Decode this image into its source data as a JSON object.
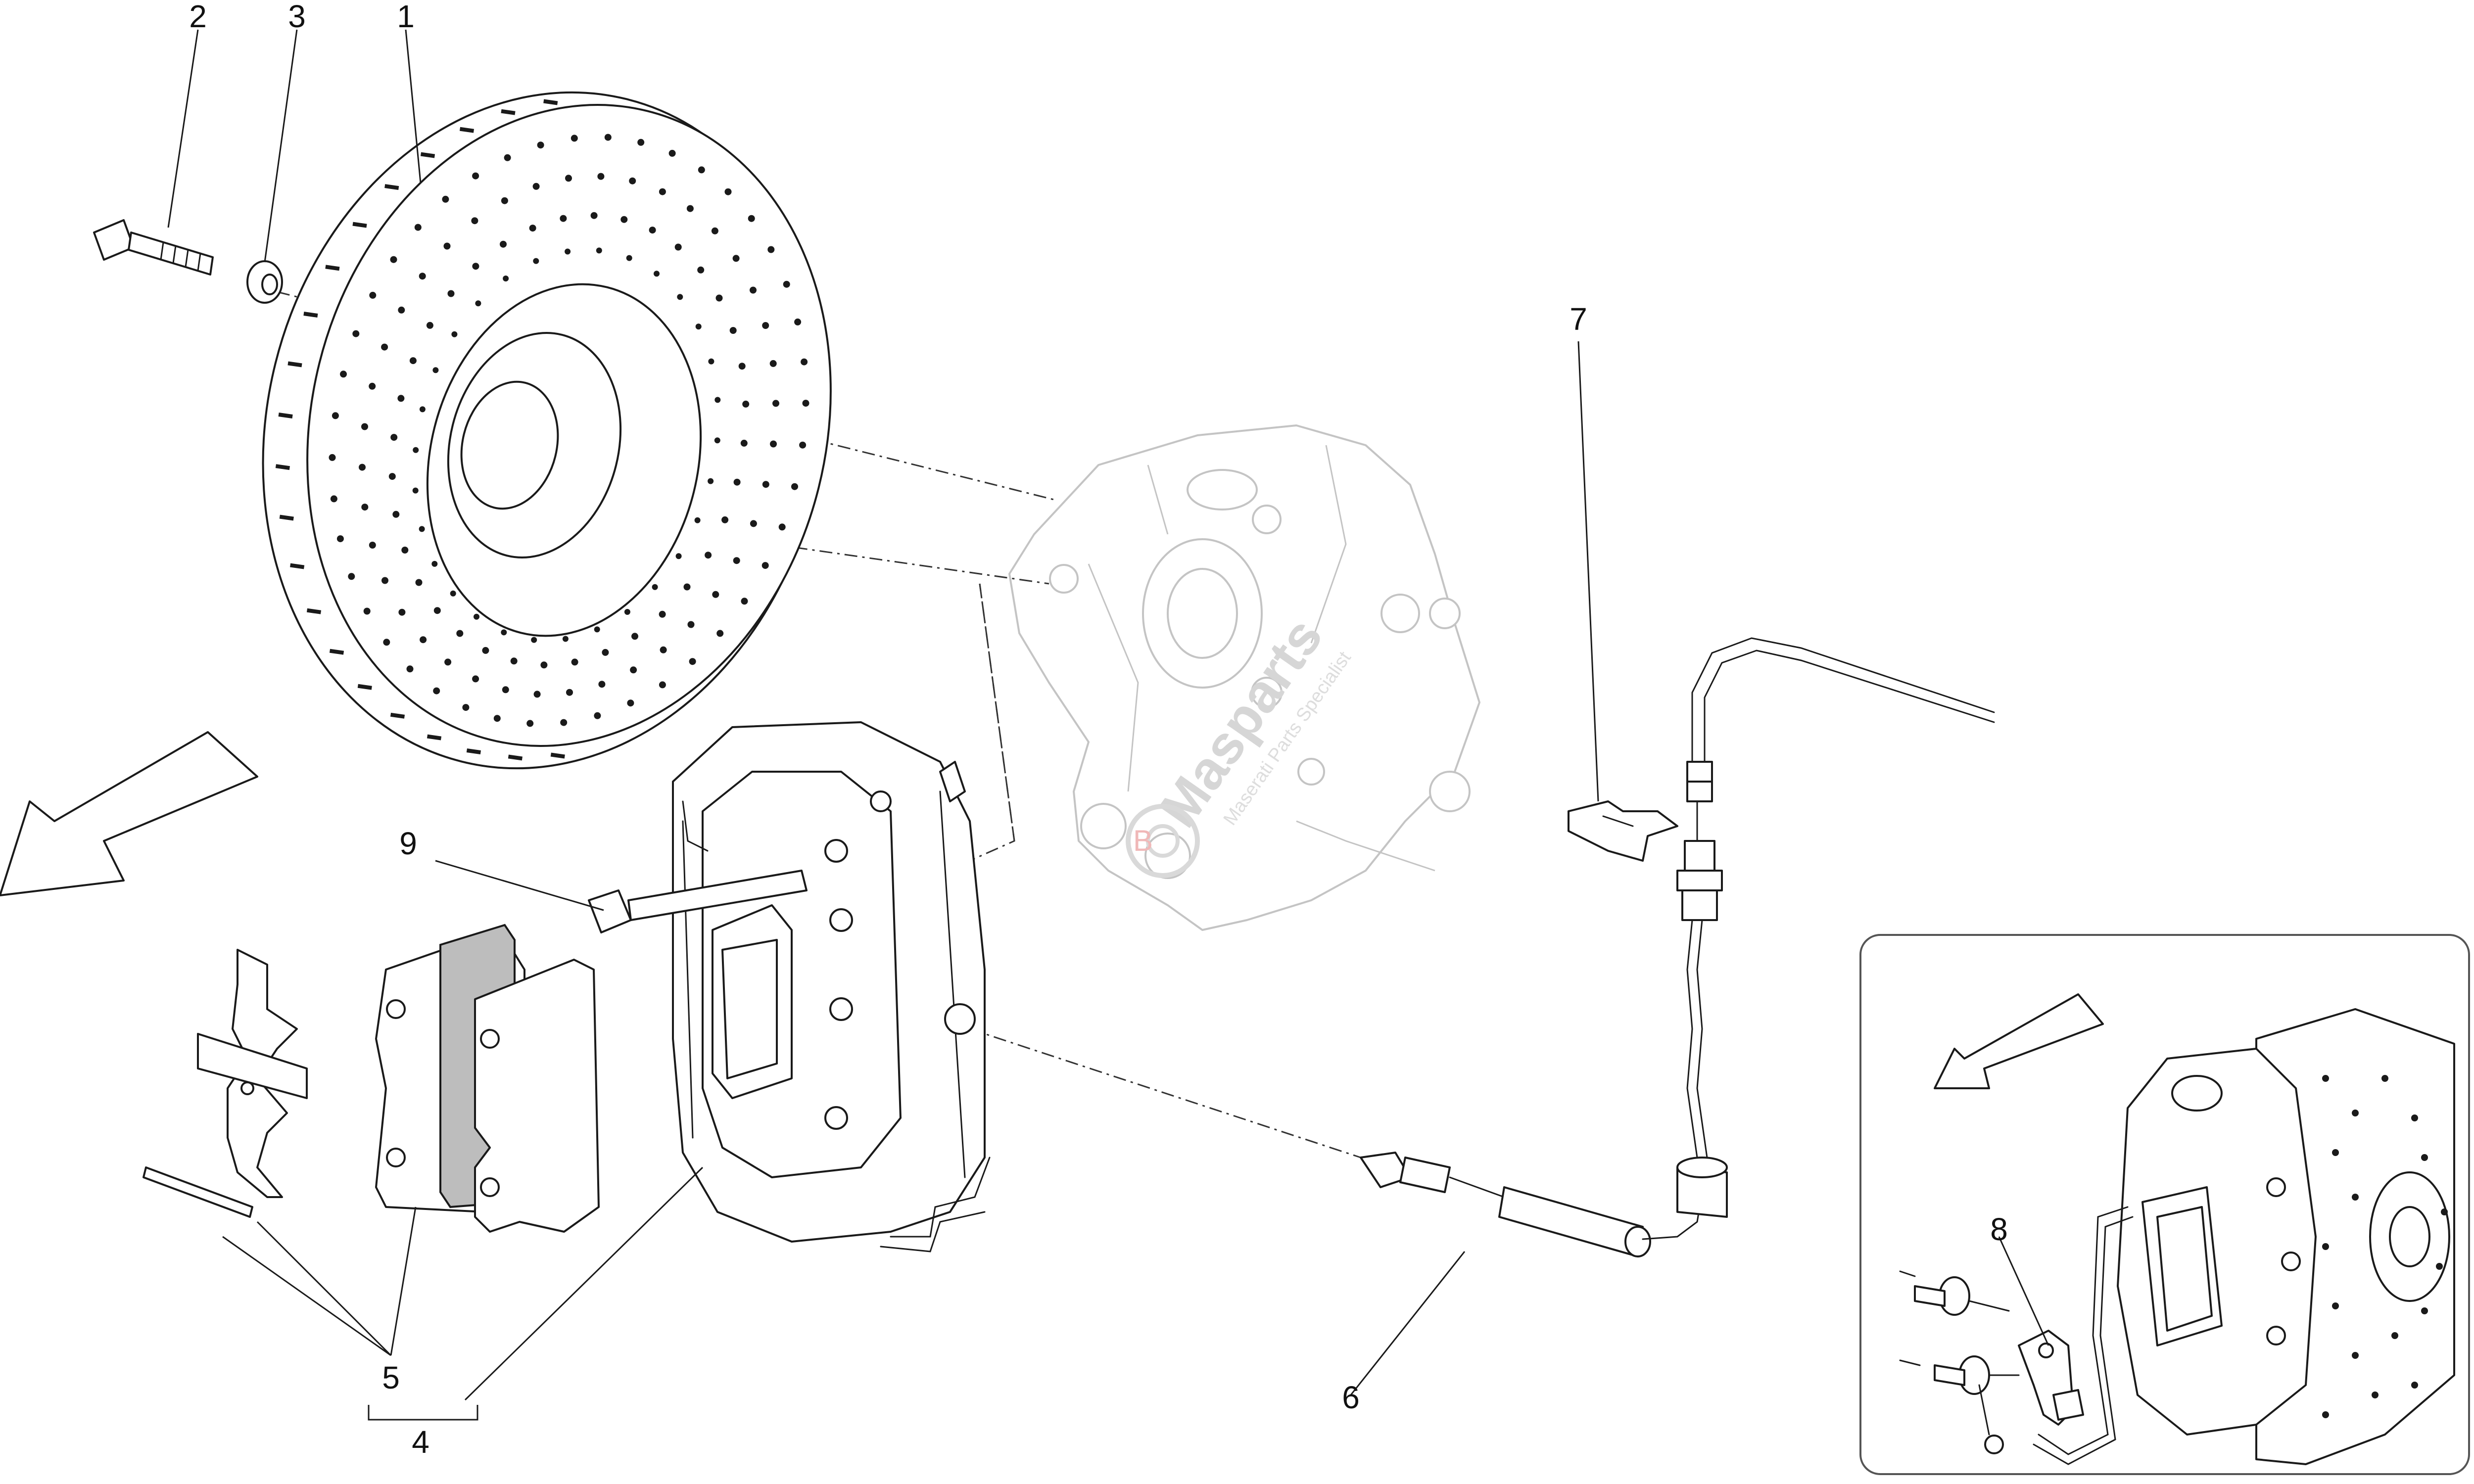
{
  "callouts": [
    {
      "id": "1",
      "text": "1"
    },
    {
      "id": "2",
      "text": "2"
    },
    {
      "id": "3",
      "text": "3"
    },
    {
      "id": "4",
      "text": "4"
    },
    {
      "id": "5",
      "text": "5"
    },
    {
      "id": "6",
      "text": "6"
    },
    {
      "id": "7",
      "text": "7"
    },
    {
      "id": "8",
      "text": "8"
    },
    {
      "id": "9",
      "text": "9"
    }
  ],
  "watermark": {
    "brand": "Masparts",
    "tagline": "Maserati Parts Specialist"
  },
  "icons": [
    "direction-arrow-icon",
    "inset-direction-arrow-icon"
  ]
}
